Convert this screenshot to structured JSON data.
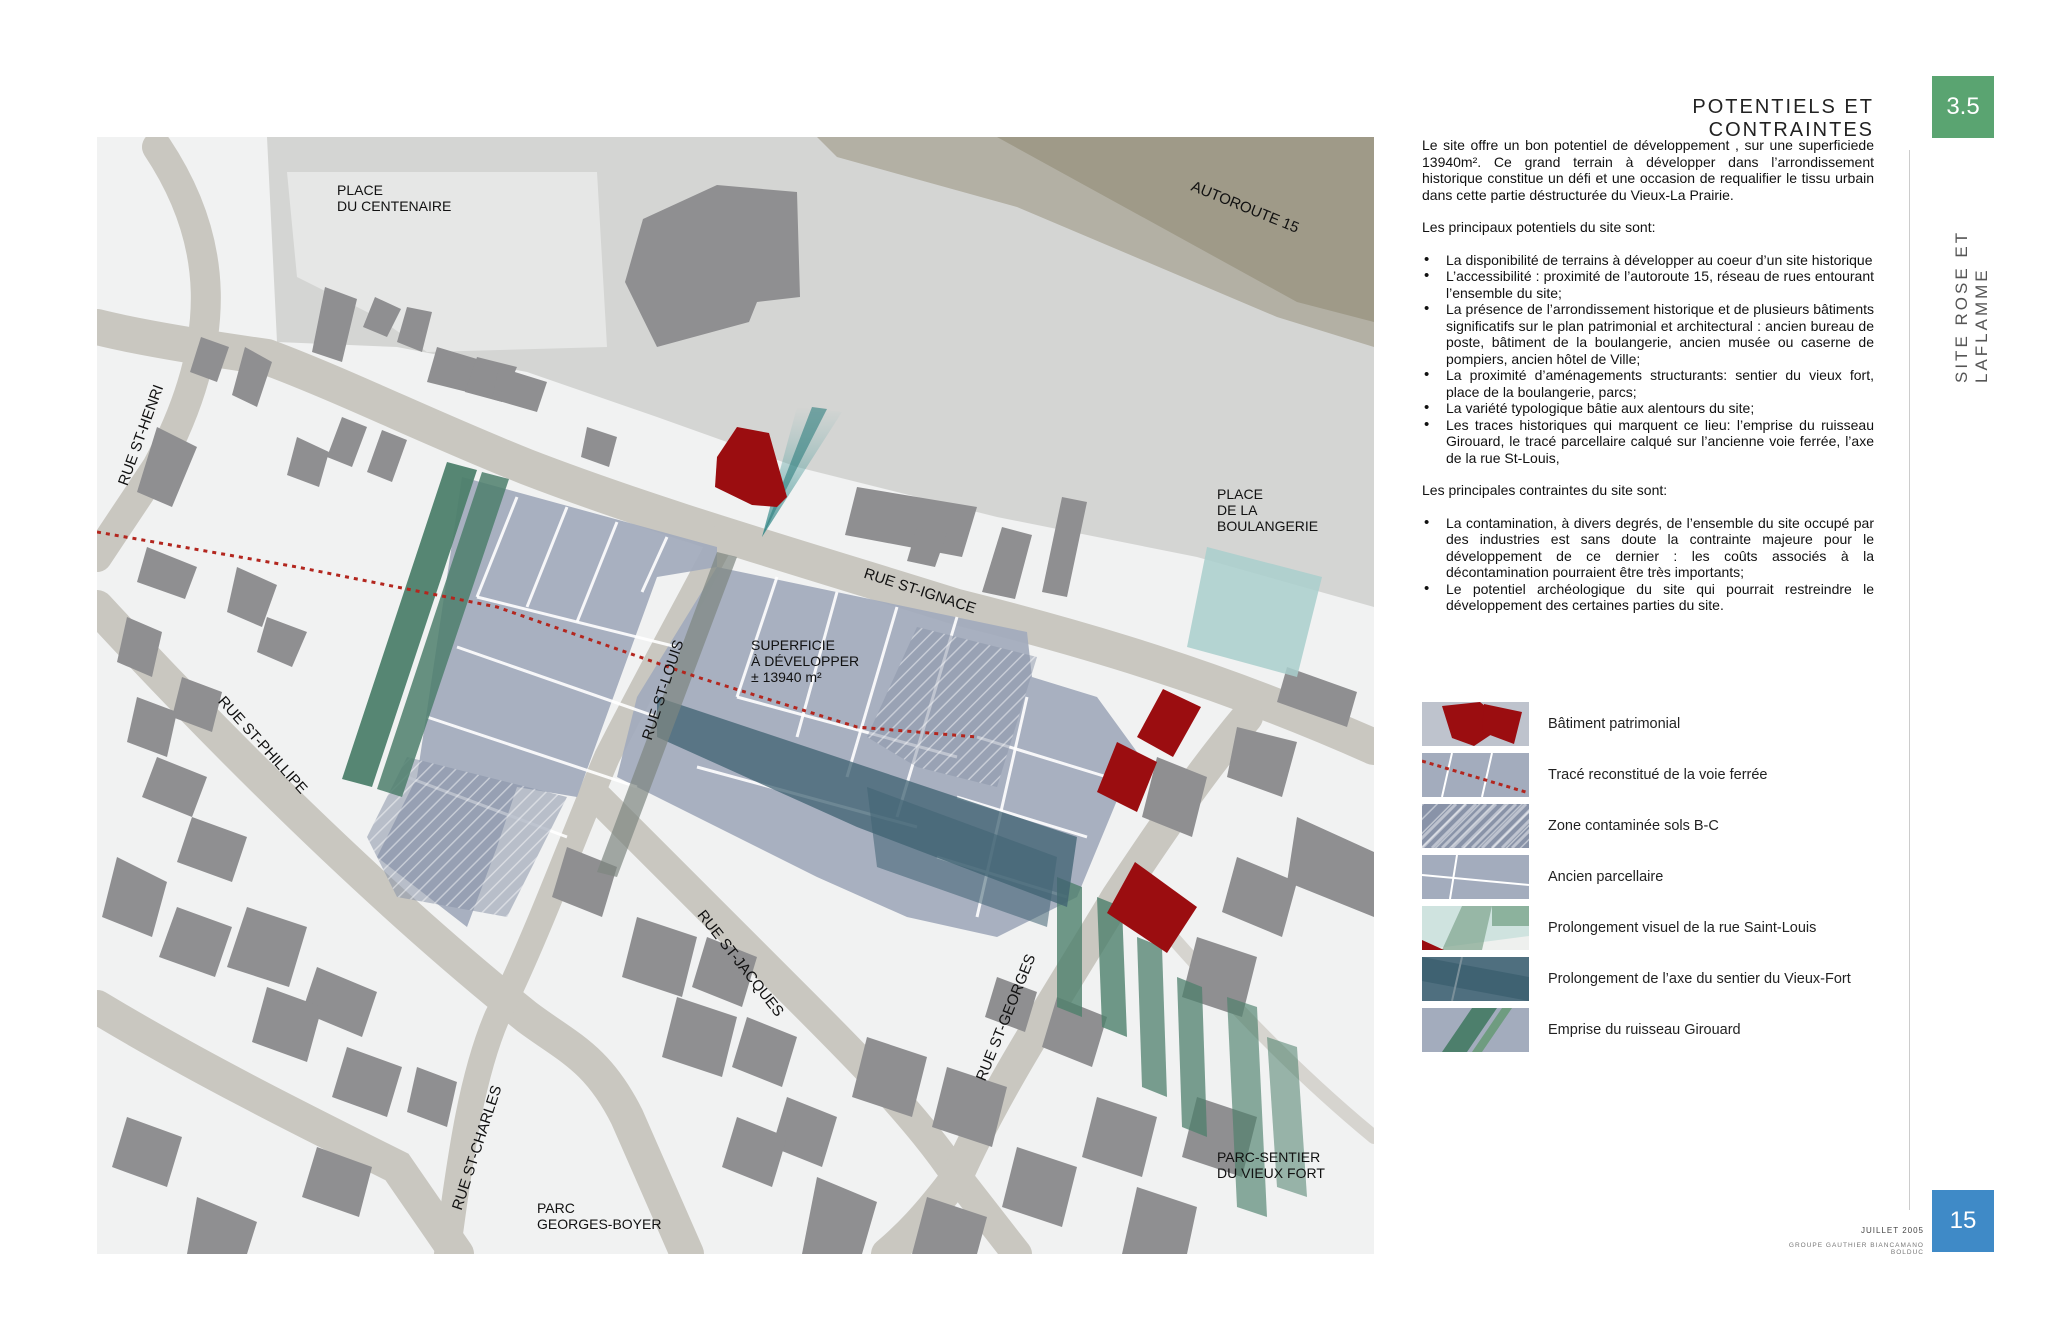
{
  "header": {
    "section_title": "POTENTIELS ET CONTRAINTES",
    "section_number": "3.5",
    "vertical_title": "SITE ROSE ET LAFLAMME"
  },
  "body_text": {
    "intro": "Le site offre un bon potentiel de développement , sur une superficiede 13940m². Ce grand terrain à développer dans l’arrondissement historique constitue un défi et une occasion de requalifier le tissu urbain dans cette partie déstructurée du Vieux-La Prairie.",
    "potentials_heading": "Les principaux potentiels du site sont:",
    "potentials": [
      "La disponibilité de terrains à développer au coeur d’un site historique",
      "L’accessibilité : proximité de l’autoroute 15, réseau de rues entourant l’ensemble du site;",
      "La présence de l’arrondissement historique et de plusieurs bâtiments significatifs sur le plan patrimonial et architectural : ancien bureau de poste, bâtiment de la boulangerie, ancien musée ou caserne de pompiers, ancien hôtel de Ville;",
      "La proximité d’aménagements structurants: sentier du vieux fort, place de la boulangerie, parcs;",
      "La variété typologique bâtie aux alentours du site;",
      "Les traces historiques qui marquent ce lieu: l’emprise du ruisseau Girouard, le tracé parcellaire calqué sur l’ancienne voie ferrée, l’axe de la rue St-Louis,"
    ],
    "constraints_heading": "Les principales contraintes du site sont:",
    "constraints": [
      "La contamination, à divers degrés, de l’ensemble du site occupé par des industries est sans doute la contrainte majeure pour le développement de ce dernier : les coûts associés à la décontamination pourraient être très importants;",
      "Le potentiel archéologique du site qui pourrait restreindre le développement des certaines parties du site."
    ]
  },
  "legend": [
    {
      "label": "Bâtiment patrimonial",
      "icon": "heritage-building-swatch"
    },
    {
      "label": "Tracé reconstitué de la voie ferrée",
      "icon": "railway-trace-swatch"
    },
    {
      "label": "Zone contaminée sols B-C",
      "icon": "contaminated-zone-swatch"
    },
    {
      "label": "Ancien parcellaire",
      "icon": "old-parcels-swatch"
    },
    {
      "label": "Prolongement visuel de la rue Saint-Louis",
      "icon": "visual-axis-swatch"
    },
    {
      "label": "Prolongement de l’axe du sentier du Vieux-Fort",
      "icon": "trail-axis-swatch"
    },
    {
      "label": "Emprise du ruisseau Girouard",
      "icon": "stream-swatch"
    }
  ],
  "map": {
    "labels": {
      "place_centenaire": "PLACE\nDU CENTENAIRE",
      "autoroute": "AUTOROUTE 15",
      "place_boulangerie": "PLACE\nDE LA\nBOULANGERIE",
      "superficie": "SUPERFICIE\nÀ DÉVELOPPER\n± 13940 m²",
      "parc_sentier": "PARC-SENTIER\nDU VIEUX FORT",
      "parc_georges": "PARC\nGEORGES-BOYER",
      "rue_st_henri": "RUE ST-HENRI",
      "rue_st_ignace": "RUE ST-IGNACE",
      "rue_st_louis": "RUE ST-LOUIS",
      "rue_st_phillipe": "RUE ST-PHILLIPE",
      "rue_st_jacques": "RUE ST-JACQUES",
      "rue_st_georges": "RUE ST-GEORGES",
      "rue_st_charles": "RUE ST-CHARLES"
    },
    "colors": {
      "heritage": "#9b0d10",
      "parcels": "#a3acbd",
      "trail": "#3f6272",
      "stream": "#4d7f6c",
      "boulangerie": "#a9cfcd",
      "buildings": "#8f8f91",
      "streets": "#c9c7c0",
      "ground": "#d4d5d3"
    }
  },
  "footer": {
    "date": "JUILLET 2005",
    "firm": "GROUPE GAUTHIER BIANCAMANO BOLDUC",
    "page_number": "15"
  }
}
